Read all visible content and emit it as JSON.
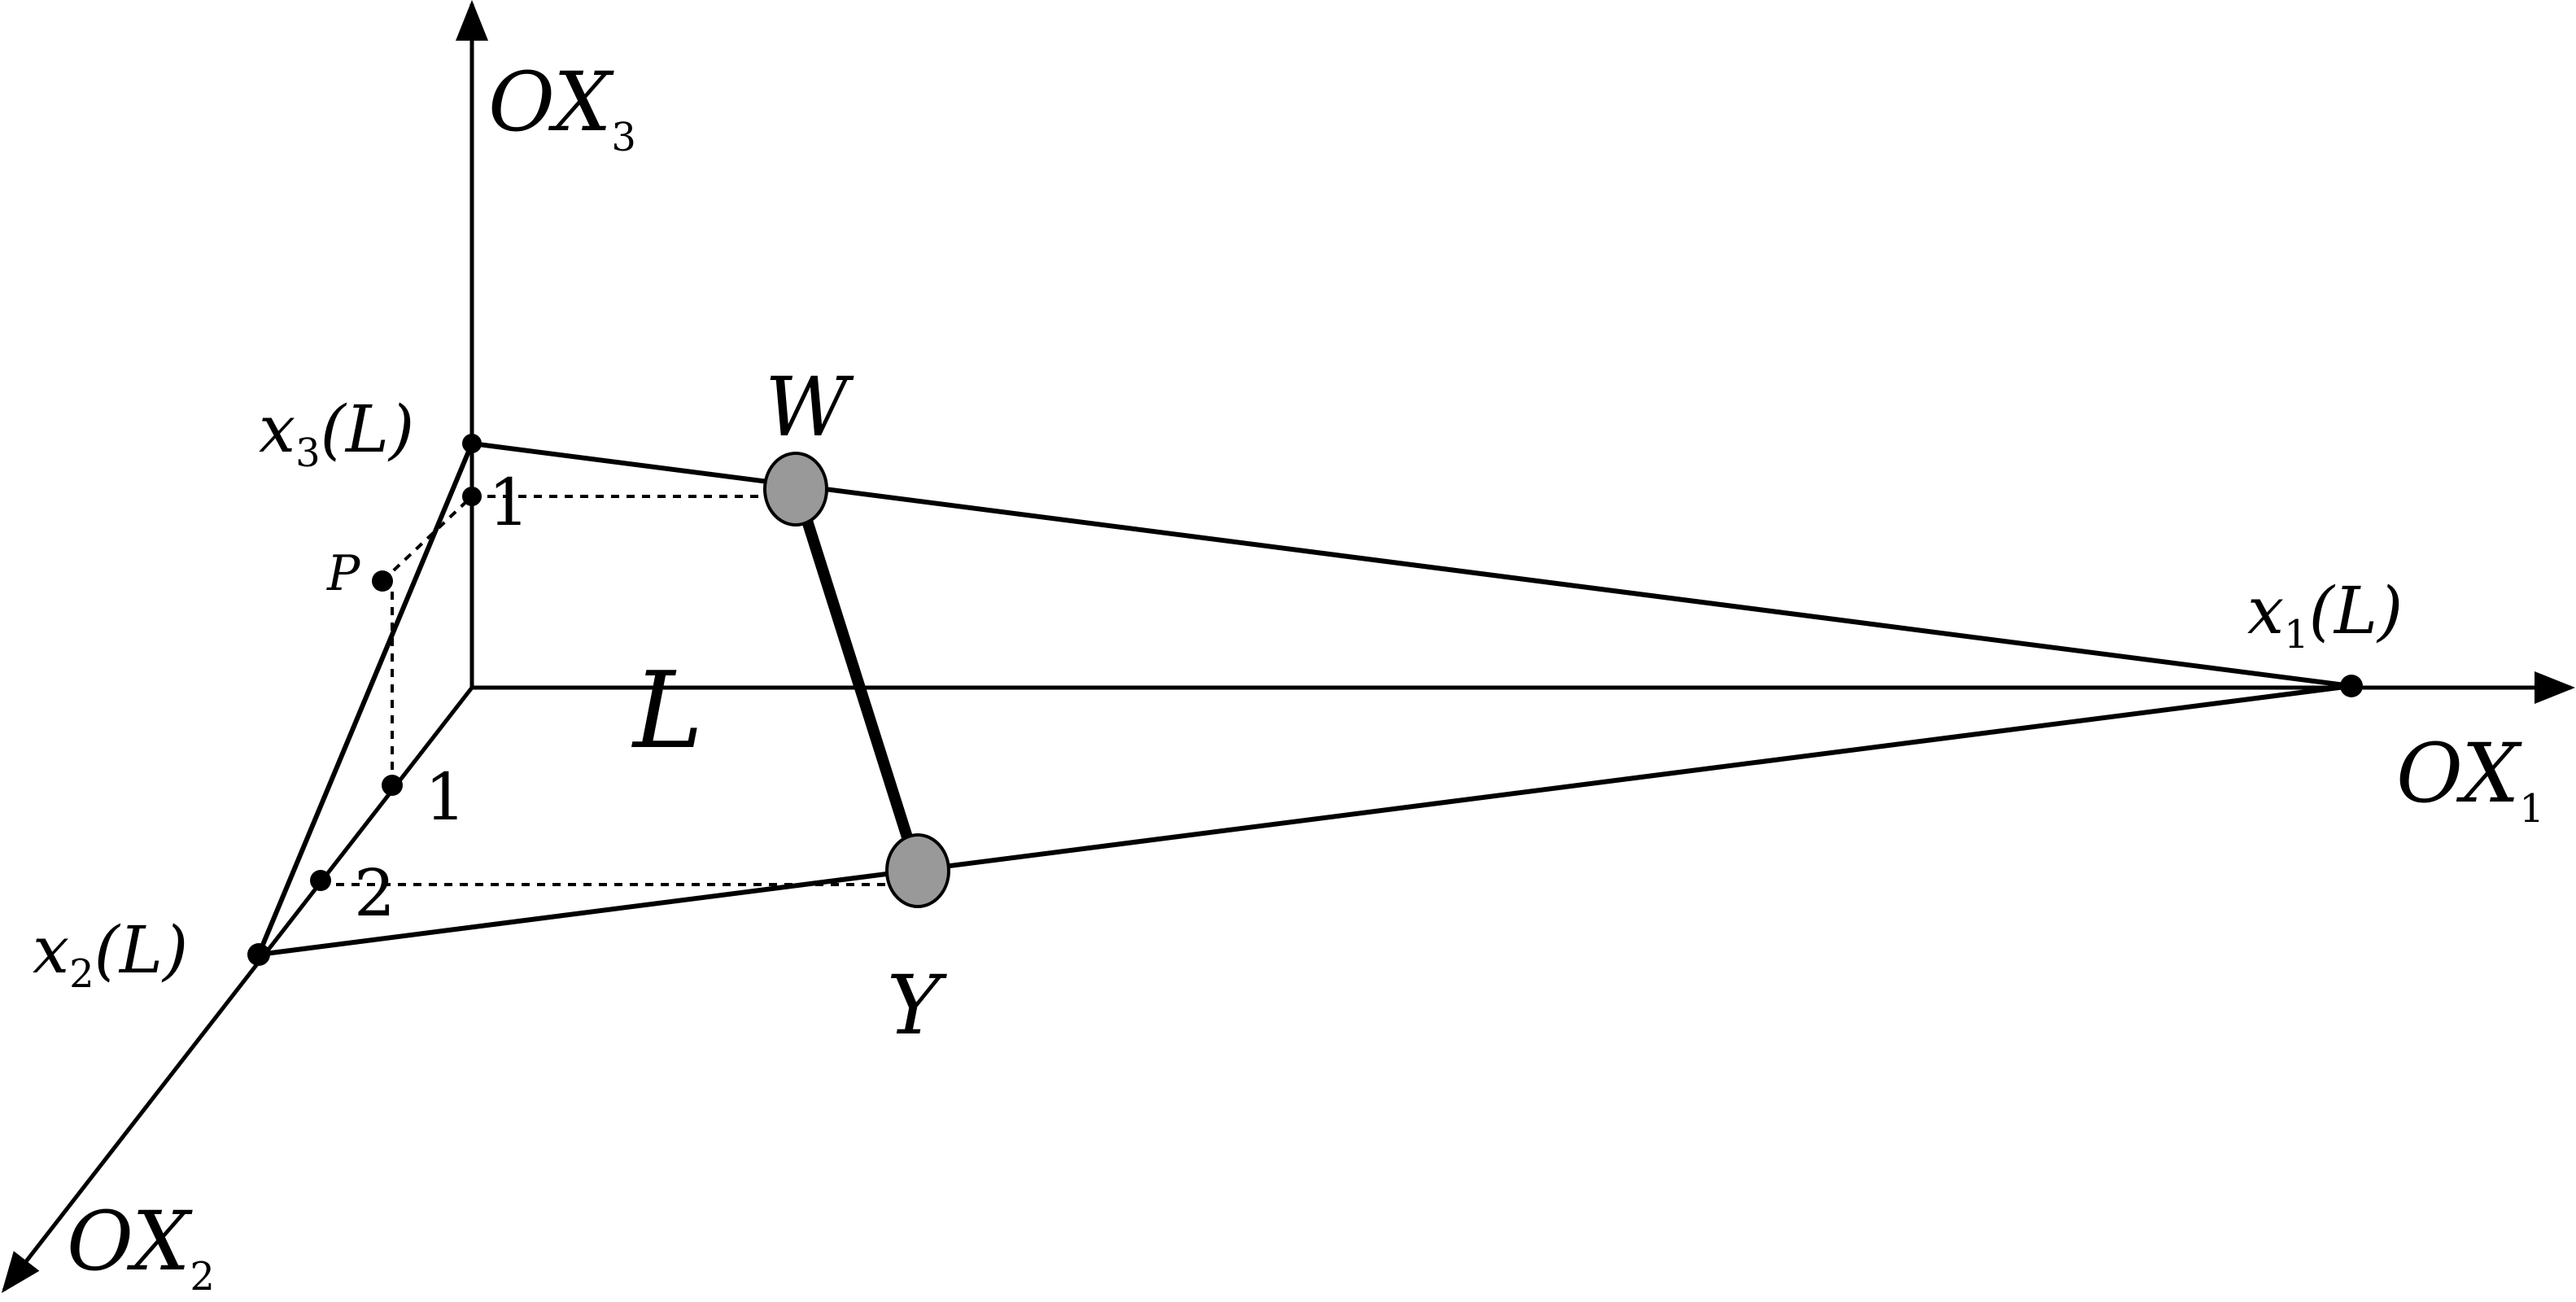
{
  "axes": {
    "x1": {
      "name": "OX",
      "sub": "1"
    },
    "x2": {
      "name": "OX",
      "sub": "2"
    },
    "x3": {
      "name": "OX",
      "sub": "3"
    }
  },
  "intercepts": {
    "x1": {
      "var": "x",
      "sub": "1",
      "arg": "(L)"
    },
    "x2": {
      "var": "x",
      "sub": "2",
      "arg": "(L)"
    },
    "x3": {
      "var": "x",
      "sub": "3",
      "arg": "(L)"
    }
  },
  "points": {
    "W": "W",
    "Y": "Y",
    "P": "P"
  },
  "plane_label": "L",
  "ticks": {
    "x3_unit": "1",
    "x2_unit": "1",
    "x2_two": "2"
  },
  "colors": {
    "line": "#000000",
    "point_fill": "#999999",
    "background": "#ffffff"
  }
}
